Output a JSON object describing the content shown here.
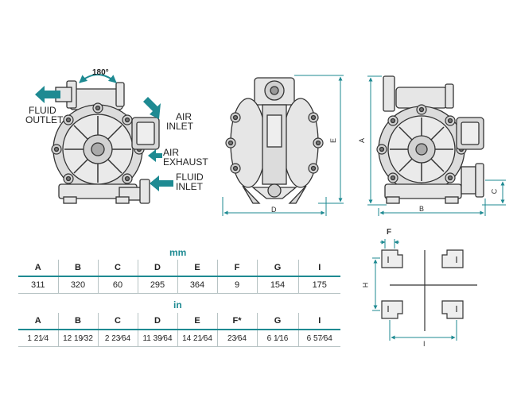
{
  "labels": {
    "rotation": "180°",
    "fluid_outlet": [
      "FLUID",
      "OUTLET"
    ],
    "air_inlet": [
      "AIR",
      "INLET"
    ],
    "air_exhaust": [
      "AIR",
      "EXHAUST"
    ],
    "fluid_inlet": [
      "FLUID",
      "INLET"
    ]
  },
  "dimension_letters": {
    "front_width": "D",
    "front_height": "E",
    "side_height": "A",
    "side_width": "B",
    "side_flange": "C",
    "mount_f": "F",
    "mount_h": "H",
    "mount_i": "I"
  },
  "table_mm": {
    "unit": "mm",
    "headers": [
      "A",
      "B",
      "C",
      "D",
      "E",
      "F",
      "G",
      "I"
    ],
    "values": [
      "311",
      "320",
      "60",
      "295",
      "364",
      "9",
      "154",
      "175"
    ]
  },
  "table_in": {
    "unit": "in",
    "headers": [
      "A",
      "B",
      "C",
      "D",
      "E",
      "F*",
      "G",
      "I"
    ],
    "values": [
      "1 21⁄4",
      "12 19⁄32",
      "2 23⁄64",
      "11 39⁄64",
      "14 21⁄64",
      "23⁄64",
      "6 1⁄16",
      "6 57⁄64"
    ]
  },
  "colors": {
    "accent": "#1e8a92",
    "line": "#333333",
    "fill": "#e6e6e6"
  }
}
